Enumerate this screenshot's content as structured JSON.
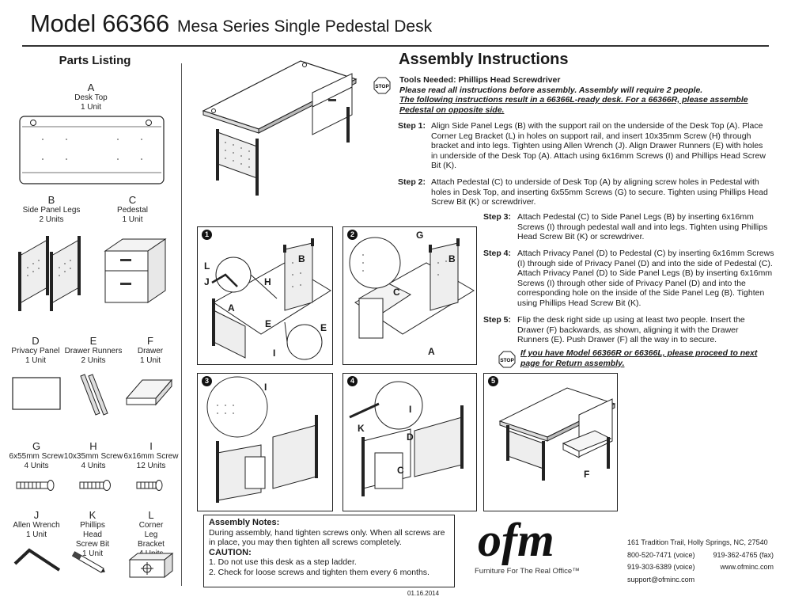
{
  "header": {
    "model": "Model 66366",
    "subtitle": "Mesa Series Single Pedestal Desk"
  },
  "parts_title": "Parts Listing",
  "parts": [
    {
      "letter": "A",
      "name": "Desk Top",
      "units": "1 Unit"
    },
    {
      "letter": "B",
      "name": "Side Panel Legs",
      "units": "2 Units"
    },
    {
      "letter": "C",
      "name": "Pedestal",
      "units": "1 Unit"
    },
    {
      "letter": "D",
      "name": "Privacy Panel",
      "units": "1 Unit"
    },
    {
      "letter": "E",
      "name": "Drawer Runners",
      "units": "2 Units"
    },
    {
      "letter": "F",
      "name": "Drawer",
      "units": "1 Unit"
    },
    {
      "letter": "G",
      "name": "6x55mm Screw",
      "units": "4 Units"
    },
    {
      "letter": "H",
      "name": "10x35mm Screw",
      "units": "4 Units"
    },
    {
      "letter": "I",
      "name": "6x16mm Screw",
      "units": "12 Units"
    },
    {
      "letter": "J",
      "name": "Allen Wrench",
      "units": "1 Unit"
    },
    {
      "letter": "K",
      "name": "Phillips Head Screw Bit",
      "units": "1 Unit"
    },
    {
      "letter": "L",
      "name": "Corner Leg Bracket",
      "units": "4 Units"
    }
  ],
  "assembly": {
    "title": "Assembly Instructions",
    "stop_label": "STOP",
    "tools": "Tools Needed: Phillips Head Screwdriver",
    "read_note": "Please read all instructions before assembly. Assembly will require 2 people.",
    "ready_note": "The following instructions result in a 66366L-ready desk. For a 66366R, please assemble Pedestal on opposite side.",
    "steps": [
      {
        "label": "Step 1:",
        "text": "Align Side Panel Legs (B) with the support rail on the underside of the Desk Top (A). Place Corner Leg Bracket (L) in holes on support rail, and insert 10x35mm Screw (H) through bracket and into legs. Tighten using Allen Wrench (J). Align Drawer Runners (E) with holes in underside of the Desk Top (A). Attach using 6x16mm Screws (I) and Phillips Head Screw Bit (K)."
      },
      {
        "label": "Step 2:",
        "text": "Attach Pedestal (C) to underside of Desk Top (A) by aligning screw holes in Pedestal with holes in Desk Top, and inserting 6x55mm Screws (G) to secure. Tighten using Phillips Head Screw Bit (K) or screwdriver."
      },
      {
        "label": "Step 3:",
        "text": "Attach Pedestal (C) to Side Panel Legs (B) by inserting 6x16mm Screws (I) through pedestal wall and into legs. Tighten using Phillips Head Screw Bit (K) or screwdriver."
      },
      {
        "label": "Step 4:",
        "text": "Attach Privacy Panel (D) to Pedestal (C) by inserting 6x16mm Screws (I) through side of Privacy Panel (D) and into the side of Pedestal (C). Attach Privacy Panel (D) to Side Panel Legs (B) by inserting 6x16mm Screws (I) through other side of Privacy Panel (D) and into the corresponding hole on the inside of the Side Panel Leg (B). Tighten using Phillips Head Screw Bit (K)."
      },
      {
        "label": "Step 5:",
        "text": "Flip the desk right side up using at least two people. Insert the Drawer (F) backwards, as shown, aligning it with the Drawer Runners (E). Push Drawer (F) all the way in to secure."
      }
    ],
    "return_note": "If you have Model 66366R or 66366L, please proceed to next page for Return assembly."
  },
  "panels": [
    {
      "num": "1",
      "labels": [
        "B",
        "L",
        "J",
        "H",
        "A",
        "E",
        "E",
        "I"
      ]
    },
    {
      "num": "2",
      "labels": [
        "G",
        "B",
        "C",
        "A"
      ]
    },
    {
      "num": "3",
      "labels": [
        "I"
      ]
    },
    {
      "num": "4",
      "labels": [
        "I",
        "K",
        "D",
        "C"
      ]
    },
    {
      "num": "5",
      "labels": [
        "F"
      ]
    }
  ],
  "notes": {
    "title": "Assembly Notes:",
    "text": "During assembly, hand tighten screws only. When all screws are in place, you may then tighten all screws completely.",
    "caution_title": "CAUTION:",
    "caution": [
      "1. Do not use this desk as a step ladder.",
      "2. Check for loose screws and tighten them every 6 months."
    ]
  },
  "date": "01.16.2014",
  "brand": {
    "logo": "ofm",
    "tagline": "Furniture For The Real Office™"
  },
  "contact": {
    "address": "161 Tradition Trail,  Holly Springs, NC, 27540",
    "voice1": "800-520-7471 (voice)",
    "fax": "919-362-4765 (fax)",
    "voice2": "919-303-6389 (voice)",
    "web": "www.ofminc.com",
    "email": "support@ofminc.com"
  }
}
